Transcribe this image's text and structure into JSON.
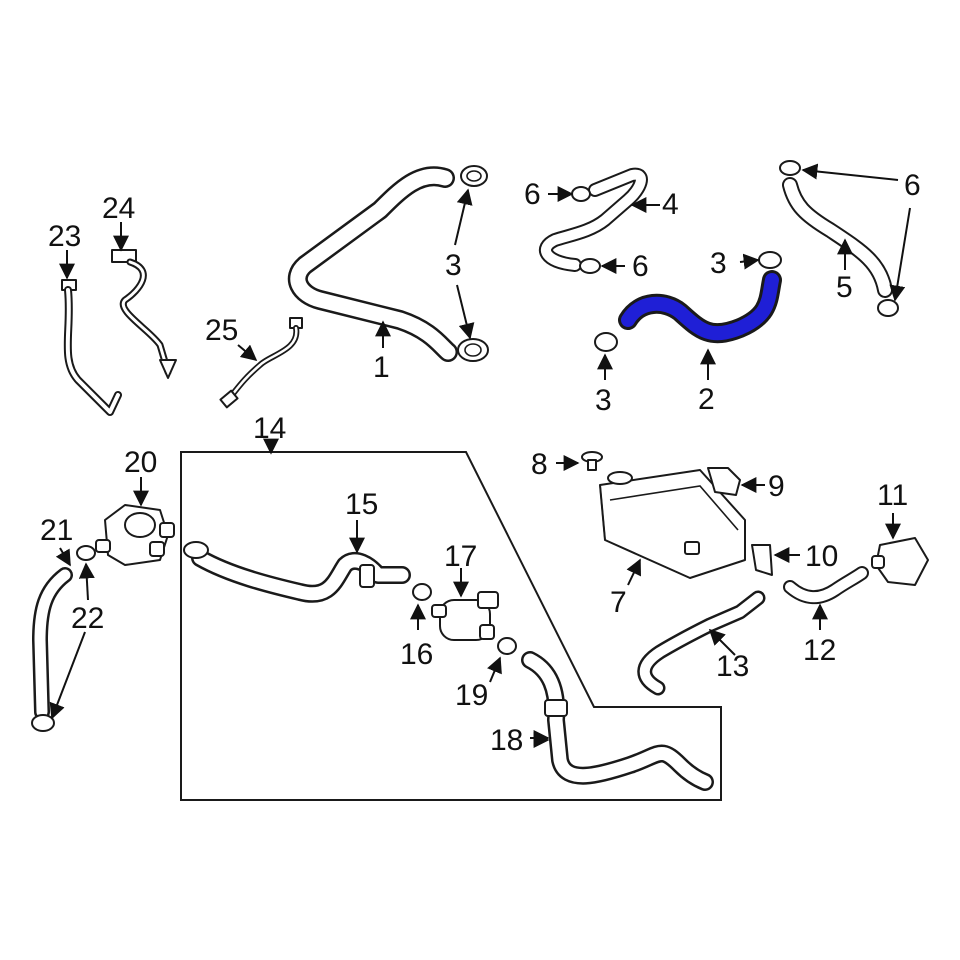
{
  "accent_color": "#1f1fd6",
  "highlighted_part": "2",
  "labels": {
    "p1": "1",
    "p2": "2",
    "p3a": "3",
    "p3b": "3",
    "p3c": "3",
    "p4": "4",
    "p5": "5",
    "p6a": "6",
    "p6b": "6",
    "p6c": "6",
    "p7": "7",
    "p8": "8",
    "p9": "9",
    "p10": "10",
    "p11": "11",
    "p12": "12",
    "p13": "13",
    "p14": "14",
    "p15": "15",
    "p16": "16",
    "p17": "17",
    "p18": "18",
    "p19": "19",
    "p20": "20",
    "p21": "21",
    "p22": "22",
    "p23": "23",
    "p24": "24",
    "p25": "25"
  }
}
